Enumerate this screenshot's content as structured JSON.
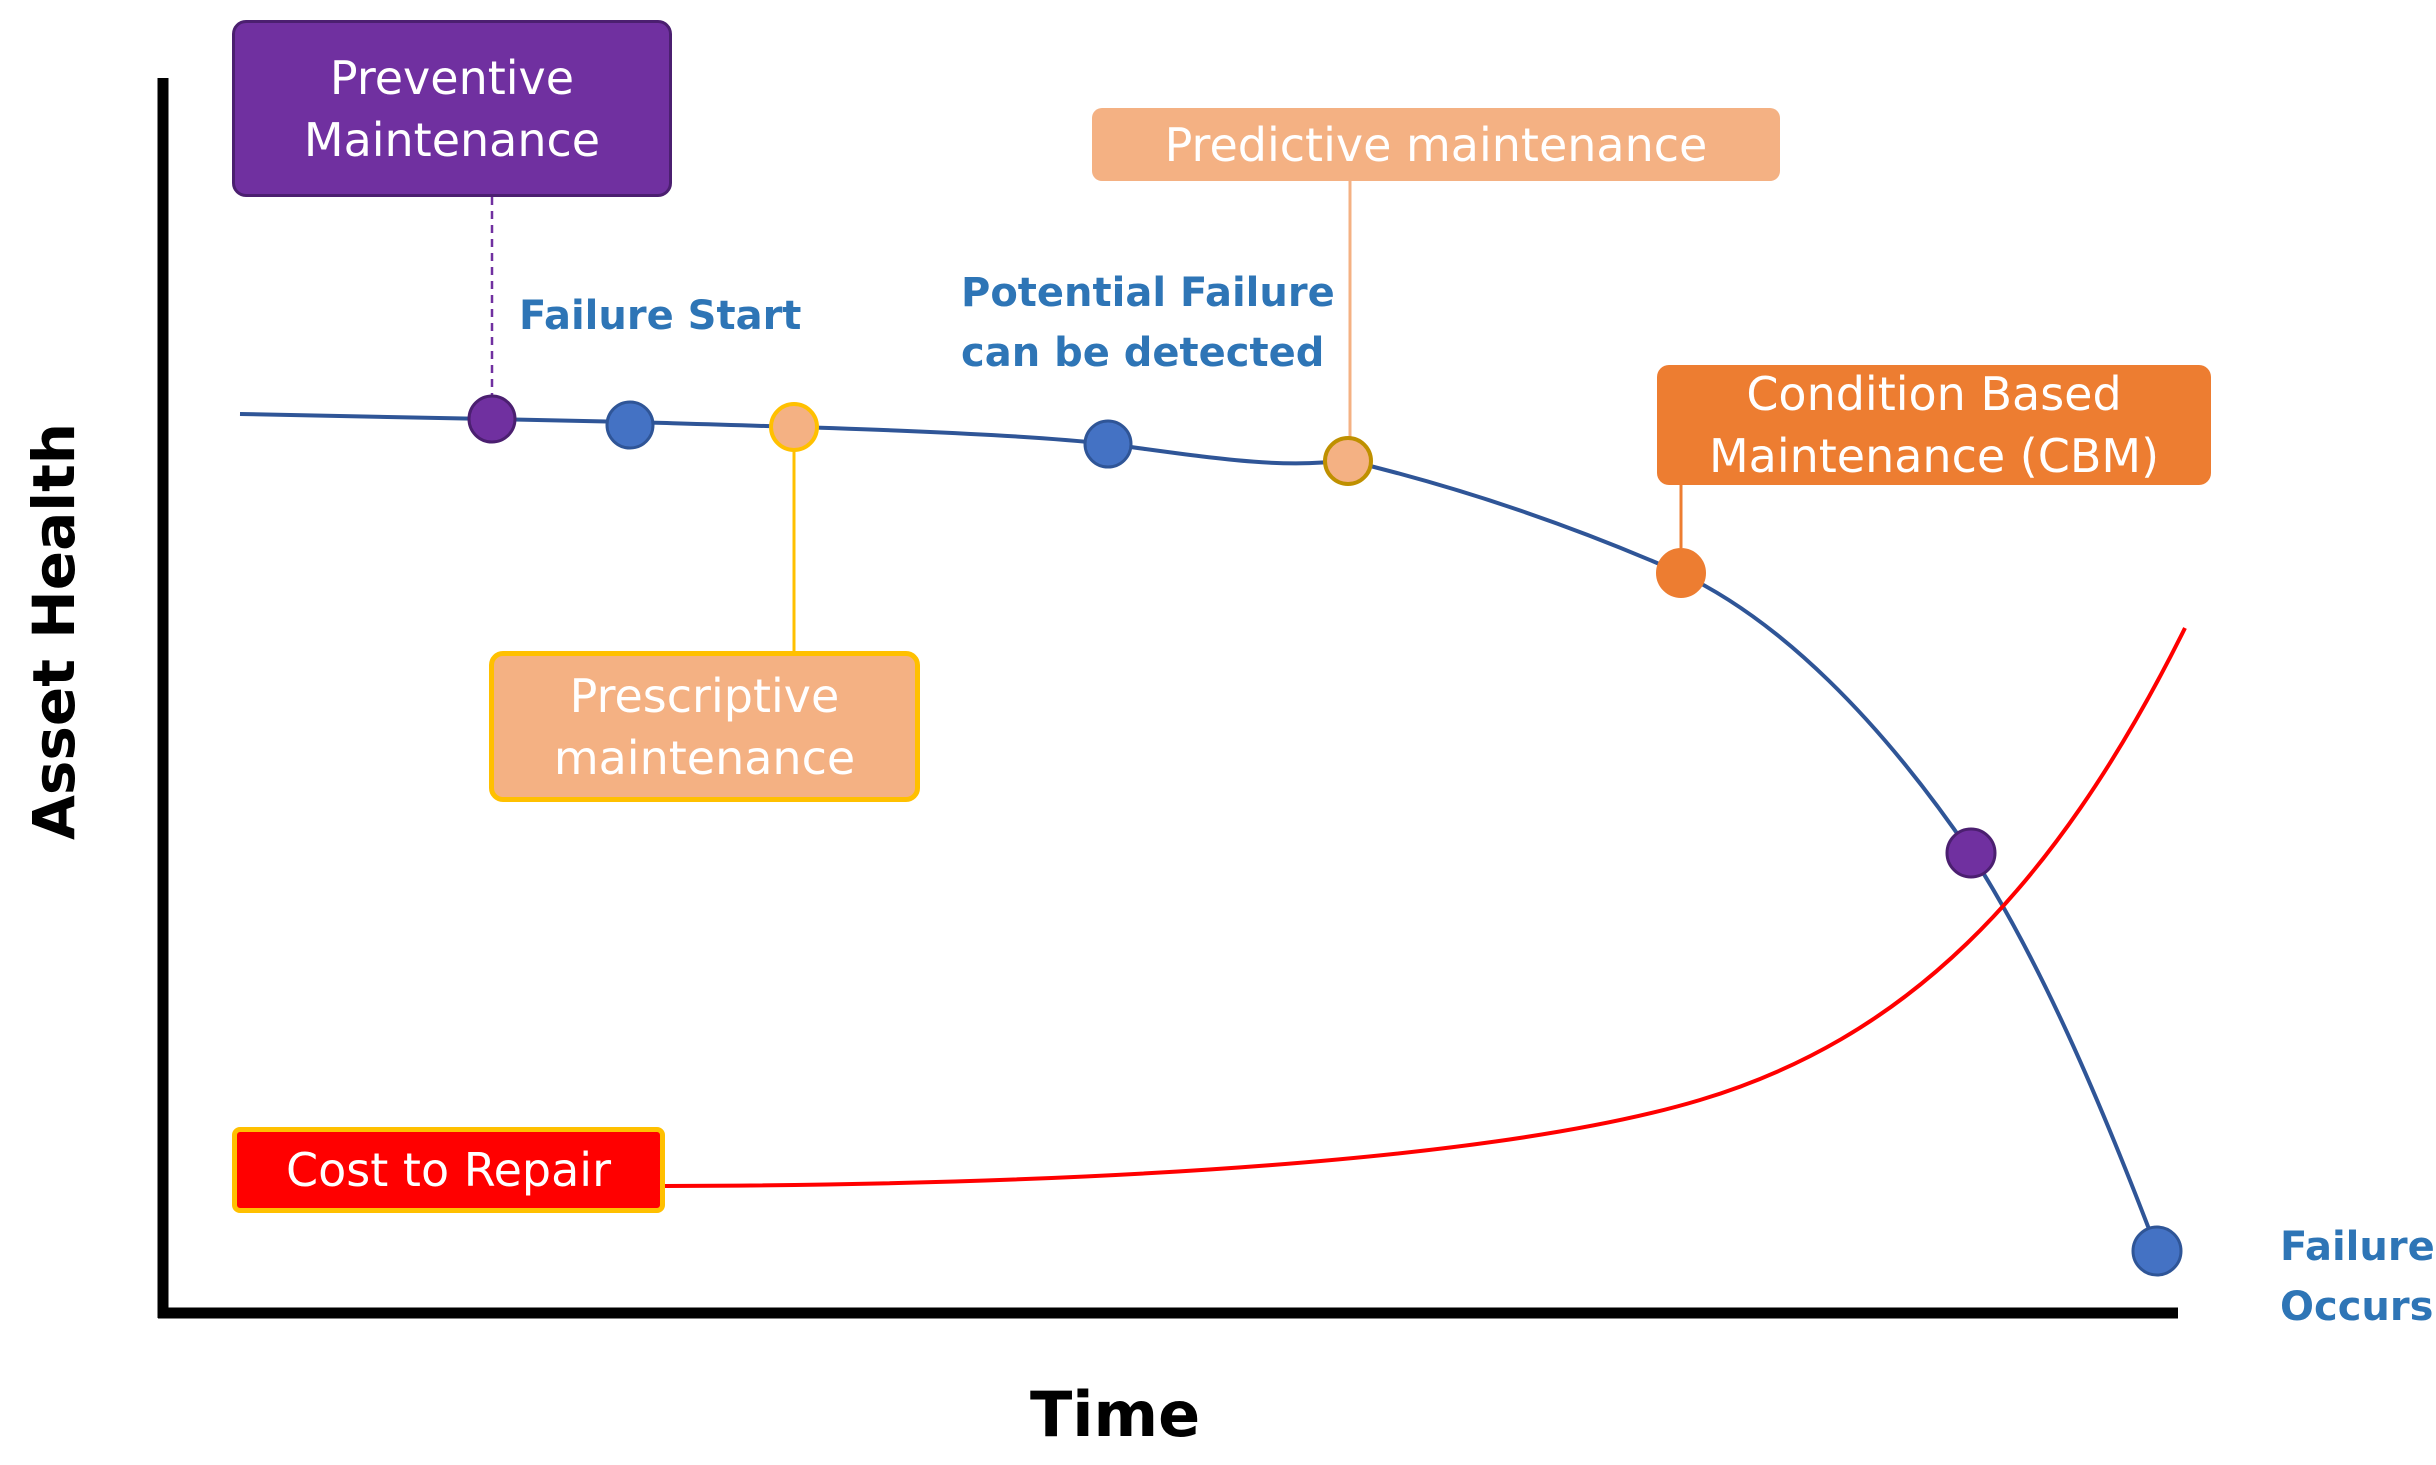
{
  "diagram": {
    "x_axis_label": "Time",
    "y_axis_label": "Asset Health",
    "boxes": {
      "preventive": [
        "Preventive",
        "Maintenance"
      ],
      "predictive": "Predictive maintenance",
      "condition": [
        "Condition Based",
        "Maintenance (CBM)"
      ],
      "prescriptive": [
        "Prescriptive",
        "maintenance"
      ],
      "cost": "Cost to Repair"
    },
    "annotations": {
      "failure_start": "Failure Start",
      "potential_failure": [
        "Potential Failure",
        "can be detected"
      ],
      "failure_occurs": [
        "Failure",
        "Occurs"
      ]
    },
    "colors": {
      "health_curve": "#2f5597",
      "cost_curve": "#ff0000",
      "preventive": "#7030a0",
      "predictive": "#f4b183",
      "condition": "#ed7d31",
      "prescriptive_border": "#ffc000",
      "annotation_text": "#2e75b6",
      "detection_point": "#4472c4"
    }
  }
}
